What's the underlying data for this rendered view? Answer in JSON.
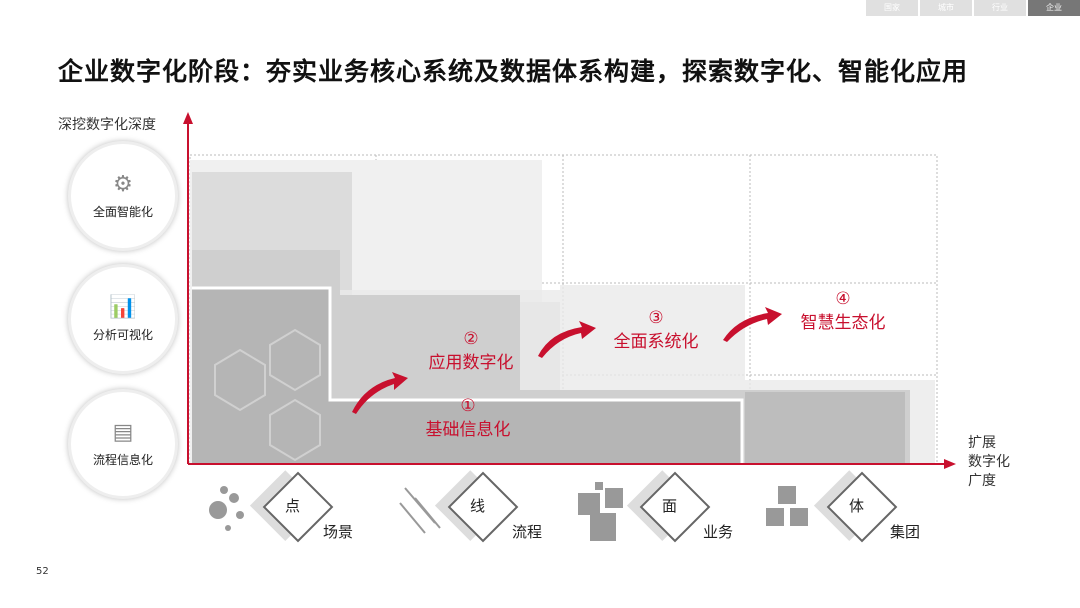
{
  "tabs": [
    "国家",
    "城市",
    "行业",
    "企业"
  ],
  "title": "企业数字化阶段：夯实业务核心系统及数据体系构建，探索数字化、智能化应用",
  "y_axis_label": "深挖数字化深度",
  "x_axis_label": [
    "扩展",
    "数字化",
    "广度"
  ],
  "levels": [
    {
      "label": "全面智能化",
      "icon": "ai-chip-icon"
    },
    {
      "label": "分析可视化",
      "icon": "chart-icon"
    },
    {
      "label": "流程信息化",
      "icon": "document-icon"
    }
  ],
  "stages": [
    {
      "num": "①",
      "label": "基础信息化"
    },
    {
      "num": "②",
      "label": "应用数字化"
    },
    {
      "num": "③",
      "label": "全面系统化"
    },
    {
      "num": "④",
      "label": "智慧生态化"
    }
  ],
  "scopes": [
    {
      "tag": "点",
      "label": "场景"
    },
    {
      "tag": "线",
      "label": "流程"
    },
    {
      "tag": "面",
      "label": "业务"
    },
    {
      "tag": "体",
      "label": "集团"
    }
  ],
  "page_number": "52",
  "colors": {
    "accent": "#c8102e"
  }
}
